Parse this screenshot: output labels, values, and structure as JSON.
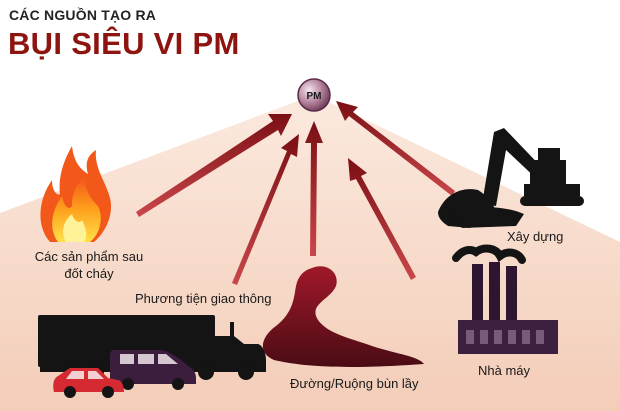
{
  "header": {
    "supertitle": "CÁC NGUỒN TẠO RA",
    "title": "BỤI SIÊU VI PM"
  },
  "center": {
    "label": "PM"
  },
  "sources": {
    "combustion": "Các sản phẩm sau đốt cháy",
    "vehicles": "Phương tiện giao thông",
    "roads": "Đường/Ruộng bùn lầy",
    "construction": "Xây dựng",
    "factories": "Nhà máy"
  },
  "colors": {
    "title": "#8e1410",
    "mountain": "#f7d9c8",
    "arrow": "#8e1410",
    "pm_ball": "#a06a88",
    "silhouette": "#141414",
    "factory": "#3d1f3f"
  },
  "icons": [
    "fire-icon",
    "truck-icon",
    "van-icon",
    "car-icon",
    "mud-road-icon",
    "excavator-icon",
    "factory-icon"
  ]
}
